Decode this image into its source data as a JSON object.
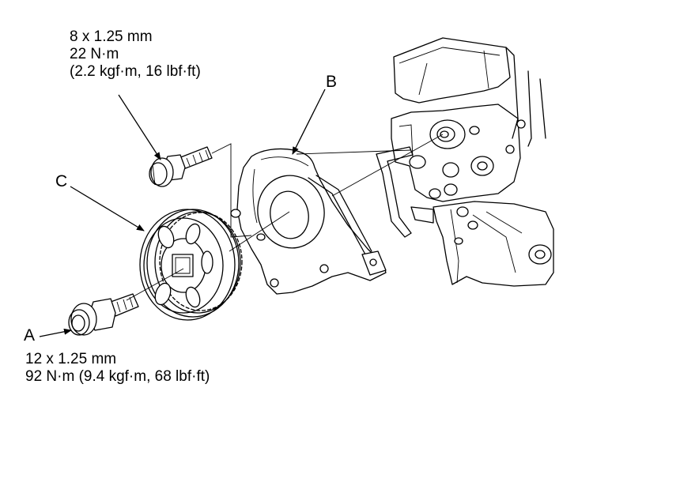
{
  "labels": {
    "a": "A",
    "b": "B",
    "c": "C"
  },
  "top_spec": {
    "size": "8 x 1.25 mm",
    "torque": "22 N·m",
    "torque_alt": "(2.2 kgf·m, 16 lbf·ft)"
  },
  "bottom_spec": {
    "size": "12 x 1.25 mm",
    "torque": "92 N·m (9.4 kgf·m, 68 lbf·ft)"
  }
}
